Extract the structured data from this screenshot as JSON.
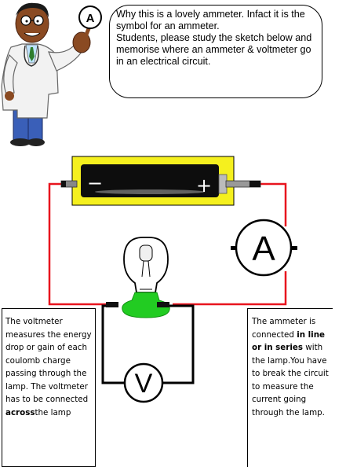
{
  "doctor_badge": "A",
  "speech": {
    "line1": "Why this is a lovely ammeter. Infact it is the symbol for an ammeter.",
    "line2": "Students, please study the sketch below and memorise where an ammeter & voltmeter go in an electrical circuit."
  },
  "battery": {
    "minus": "−",
    "plus": "+"
  },
  "ammeter_label": "A",
  "voltmeter_label": "V",
  "note_left": {
    "text_a": "The voltmeter measures the energy drop or gain of each coulomb charge passing through the lamp. The voltmeter has to be connected ",
    "bold": "across",
    "text_b": "the lamp"
  },
  "note_right": {
    "text_a": "The ammeter is connected ",
    "bold": "in line or in series",
    "text_b": " with the lamp.You  have to break the circuit to measure the current going through the lamp."
  },
  "colors": {
    "wire_red": "#e8141e",
    "wire_black": "#000000",
    "battery_case": "#f5f01e",
    "lamp_base": "#22cc22"
  }
}
